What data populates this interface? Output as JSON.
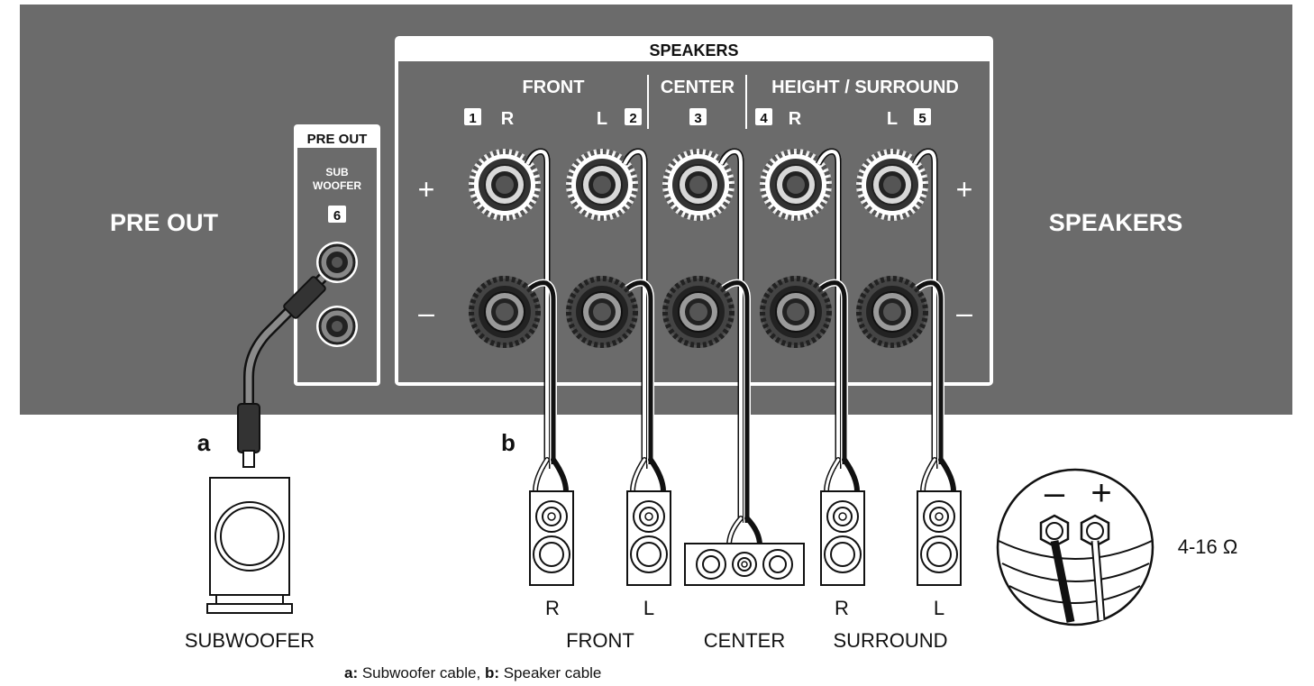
{
  "panel": {
    "left_label": "PRE OUT",
    "right_label": "SPEAKERS",
    "preout_box": {
      "header": "PRE OUT",
      "sub_line1": "SUB",
      "sub_line2": "WOOFER",
      "num": "6"
    },
    "speakers_box": {
      "header": "SPEAKERS",
      "front": "FRONT",
      "center": "CENTER",
      "height_surround": "HEIGHT / SURROUND",
      "channels": [
        {
          "num": "1",
          "side": "R"
        },
        {
          "num": "2",
          "side": "L"
        },
        {
          "num": "3",
          "side": ""
        },
        {
          "num": "4",
          "side": "R"
        },
        {
          "num": "5",
          "side": "L"
        }
      ],
      "plus_sign": "+",
      "minus_sign": "–"
    }
  },
  "labels": {
    "a": "a",
    "b": "b",
    "subwoofer": "SUBWOOFER",
    "front_r": "R",
    "front_l": "L",
    "front": "FRONT",
    "center": "CENTER",
    "surround_r": "R",
    "surround_l": "L",
    "surround": "SURROUND",
    "impedance": "4-16 Ω",
    "detail_minus": "–",
    "detail_plus": "+"
  },
  "caption": {
    "a_key": "a:",
    "a_text": " Subwoofer cable, ",
    "b_key": "b:",
    "b_text": " Speaker cable"
  },
  "colors": {
    "panel": "#6b6b6b",
    "ink": "#1a1a1a",
    "white": "#ffffff"
  }
}
